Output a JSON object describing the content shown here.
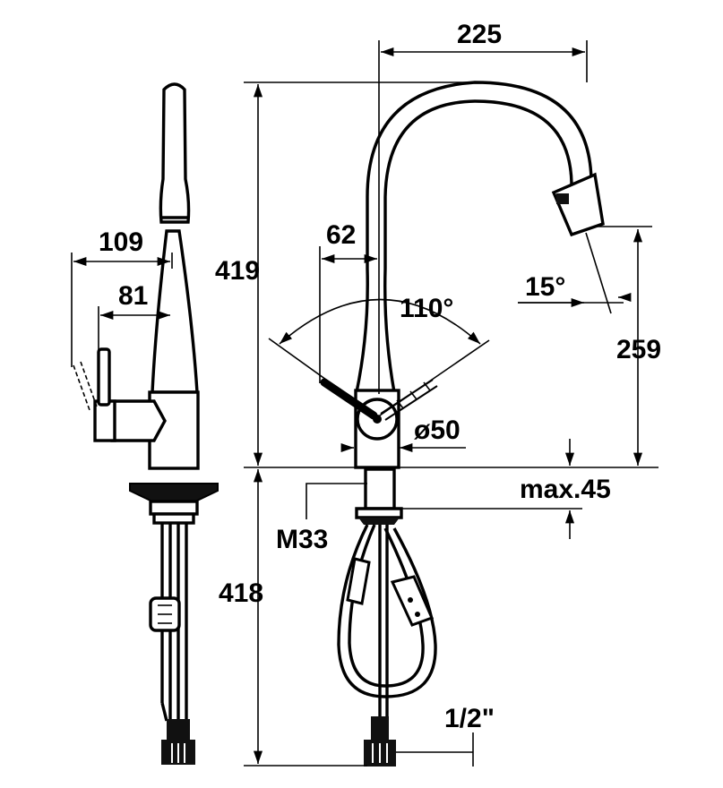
{
  "drawing": {
    "dimensions": {
      "width_total": "225",
      "height_total": "419",
      "lever_offset": "62",
      "swing_angle": "110°",
      "spout_tilt": "15°",
      "outlet_height": "259",
      "body_diameter": "ø50",
      "deck_max": "max.45",
      "thread": "M33",
      "below_deck": "418",
      "connection": "1/2\"",
      "side_depth": "109",
      "side_lever": "81"
    }
  }
}
